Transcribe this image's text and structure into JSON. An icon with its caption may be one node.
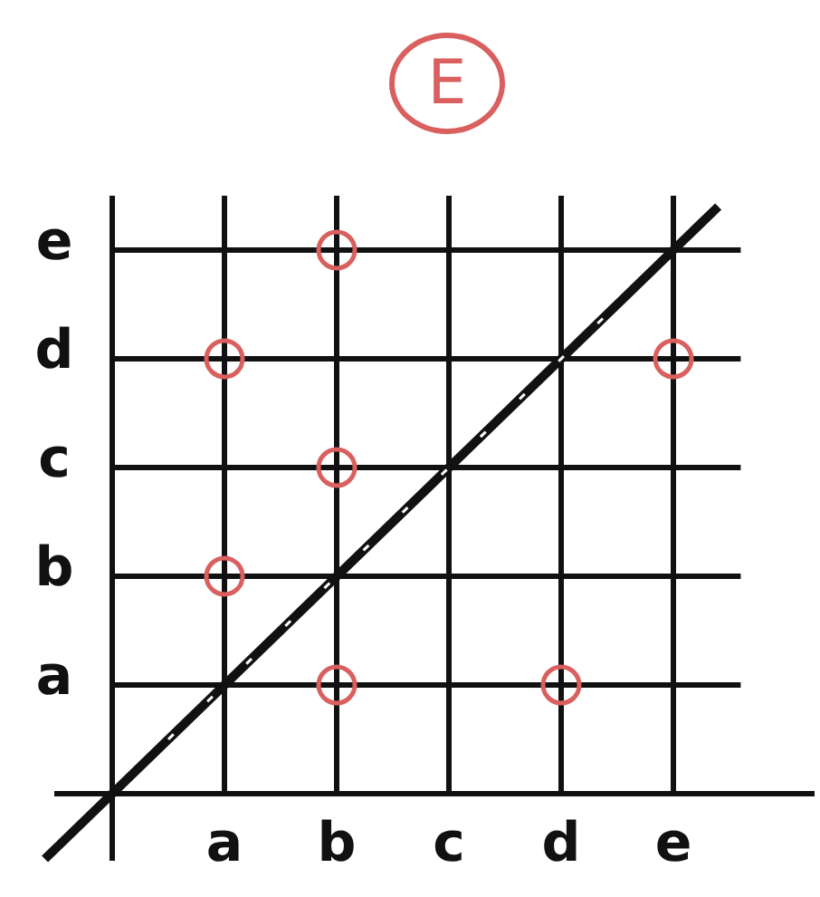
{
  "diagram": {
    "title": "E",
    "labels": [
      "e",
      "d",
      "c",
      "b",
      "a",
      "a",
      "b",
      "c",
      "d",
      "e"
    ]
  }
}
